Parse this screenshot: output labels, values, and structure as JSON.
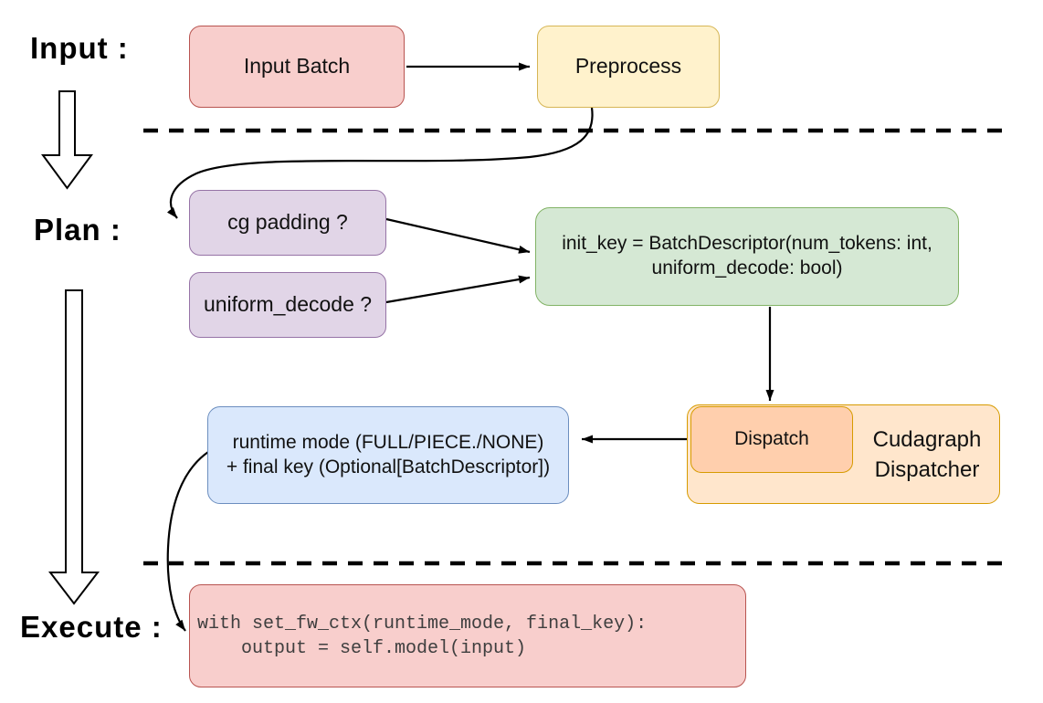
{
  "diagram": {
    "stage_labels": {
      "input": "Input :",
      "plan": "Plan :",
      "execute": "Execute :"
    },
    "nodes": {
      "input_batch": {
        "text": "Input Batch"
      },
      "preprocess": {
        "text": "Preprocess"
      },
      "cg_padding": {
        "text": "cg padding ?"
      },
      "uniform_decode": {
        "text": "uniform_decode ?"
      },
      "init_key": {
        "line1": "init_key = BatchDescriptor(num_tokens: int,",
        "line2": "uniform_decode: bool)"
      },
      "dispatch": {
        "text": "Dispatch"
      },
      "cudagraph_dispatcher": {
        "line1": "Cudagraph",
        "line2": "Dispatcher"
      },
      "runtime_mode": {
        "line1": "runtime mode (FULL/PIECE./NONE)",
        "line2": "+ final key (Optional[BatchDescriptor])"
      },
      "execute_code": {
        "line1": "with set_fw_ctx(runtime_mode, final_key):",
        "line2": "    output = self.model(input)"
      }
    },
    "colors": {
      "red_fill": "#f8cecc",
      "red_stroke": "#b85450",
      "yellow_fill": "#fff2cc",
      "yellow_stroke": "#d6b656",
      "purple_fill": "#e1d5e7",
      "purple_stroke": "#9673a6",
      "green_fill": "#d5e8d4",
      "green_stroke": "#82b366",
      "orange_fill": "#ffe6cc",
      "orange_inner_fill": "#ffcfad",
      "orange_stroke": "#d79b00",
      "blue_fill": "#dae8fc",
      "blue_stroke": "#6c8ebf",
      "line": "#000000",
      "code_text": "#3e3e3e"
    }
  }
}
